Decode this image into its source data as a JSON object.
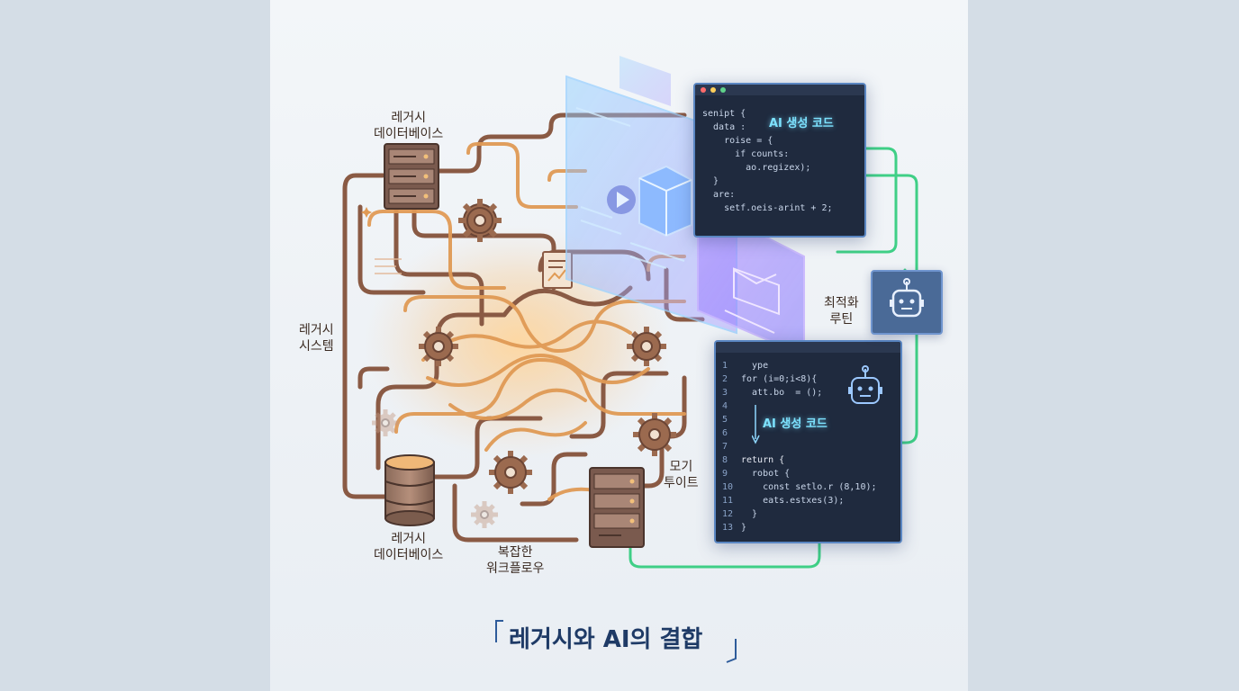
{
  "labels": {
    "legacy_db_top": [
      "레거시",
      "데이터베이스"
    ],
    "legacy_system": [
      "레거시",
      "시스템"
    ],
    "legacy_db_bottom": [
      "레거시",
      "데이터베이스"
    ],
    "complex_workflow": [
      "복잡한",
      "워크플로우"
    ],
    "module_route": [
      "모기",
      "투이트"
    ],
    "optimize_routine": [
      "최적화",
      "루틴"
    ]
  },
  "code_window_top": {
    "ai_tag": "AI 생성 코드",
    "lines": [
      "senipt {",
      "  data :",
      "    roise = {",
      "      if counts:",
      "        ao.regizex);",
      "  }",
      "  are:",
      "    setf.oeis-arint + 2;"
    ]
  },
  "code_window_bottom": {
    "ai_tag": "AI 생성 코드",
    "line_numbers": [
      "1",
      "2",
      "3",
      "4",
      "5",
      "6",
      "7",
      "8",
      "9",
      "10",
      "11",
      "12",
      "13"
    ],
    "lines": [
      "  ype",
      "for (i=0;i<8){",
      "  att.bo  = ();",
      "",
      "",
      "",
      "",
      "return {",
      "  robot {",
      "    const setlo.r (8,10);",
      "    eats.estxes(3);",
      "  }",
      "}"
    ]
  },
  "title": "레거시와 AI의 결합",
  "colors": {
    "pipe_brown": "#8a5a44",
    "pipe_orange": "#e09a55",
    "gear": "#9b6a4f",
    "green_circuit": "#3fcf86",
    "holo_blue": "#7aa6ff",
    "holo_purple": "#a07cff",
    "title": "#1e3a66"
  }
}
